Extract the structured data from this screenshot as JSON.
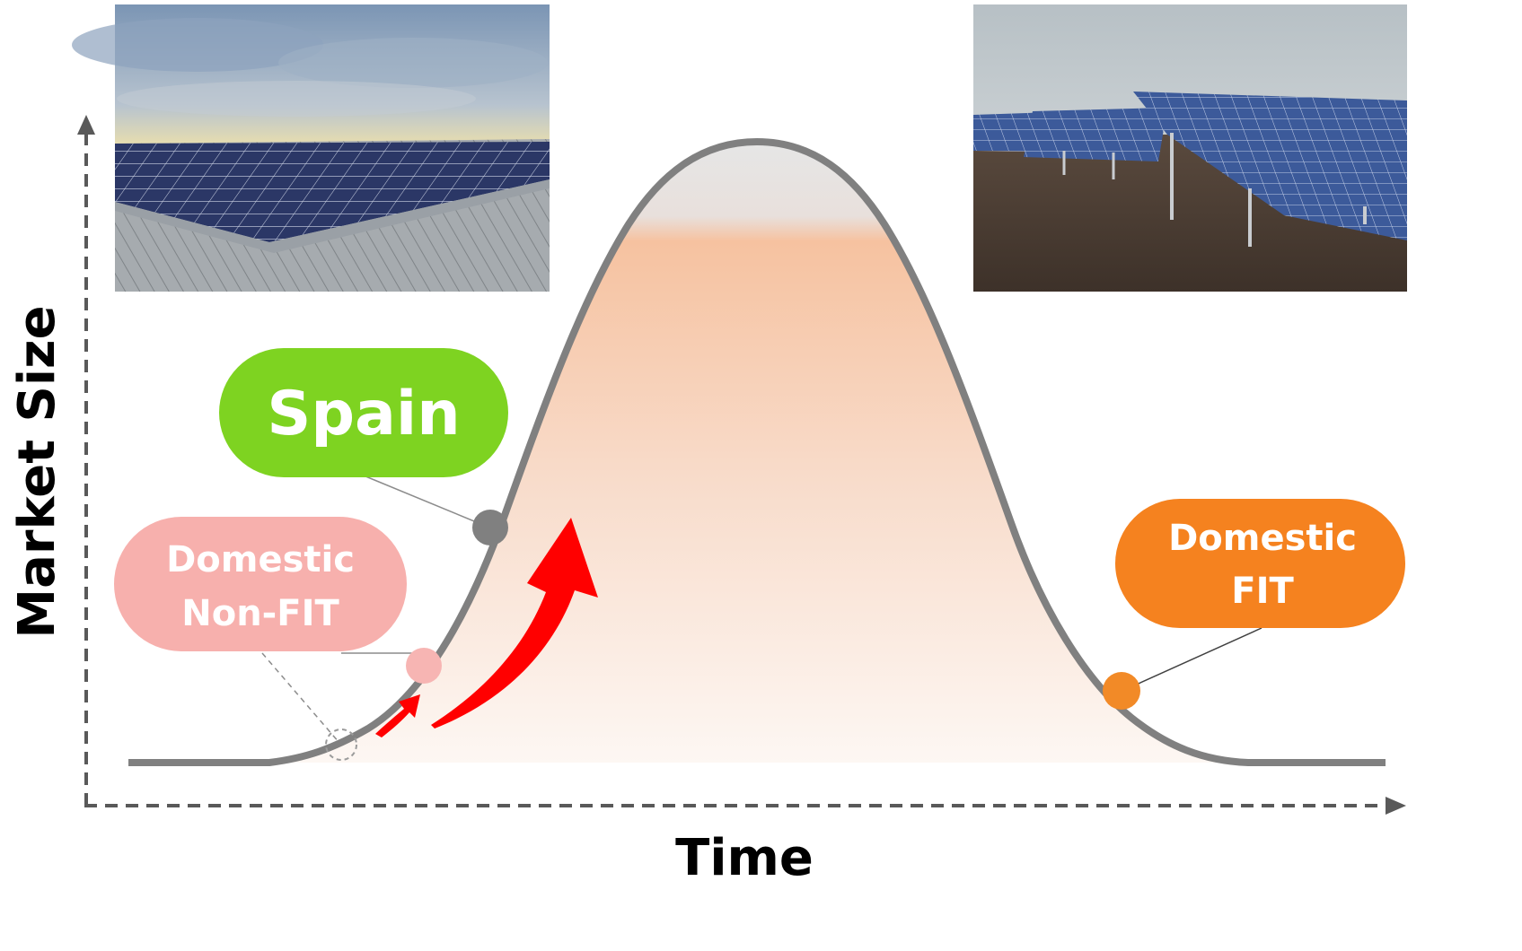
{
  "axes": {
    "x_label": "Time",
    "y_label": "Market Size"
  },
  "markers": {
    "spain": {
      "label": "Spain",
      "color": "#808080",
      "pill_color": "#7ed321"
    },
    "domestic_non_fit": {
      "line1": "Domestic",
      "line2": "Non-FIT",
      "color": "#f7b5b3",
      "pill_color": "#f7b0ad"
    },
    "domestic_fit": {
      "line1": "Domestic",
      "line2": "FIT",
      "color": "#f28a27",
      "pill_color": "#f5821f"
    }
  },
  "photos": {
    "left": {
      "subject": "rooftop-solar-panels-at-sunset"
    },
    "right": {
      "subject": "ground-mounted-solar-panel-array"
    }
  },
  "colors": {
    "curve": "#808080",
    "fill_top": "#f6c2a0",
    "growth_arrow": "#ff0000",
    "axis": "#595959"
  }
}
